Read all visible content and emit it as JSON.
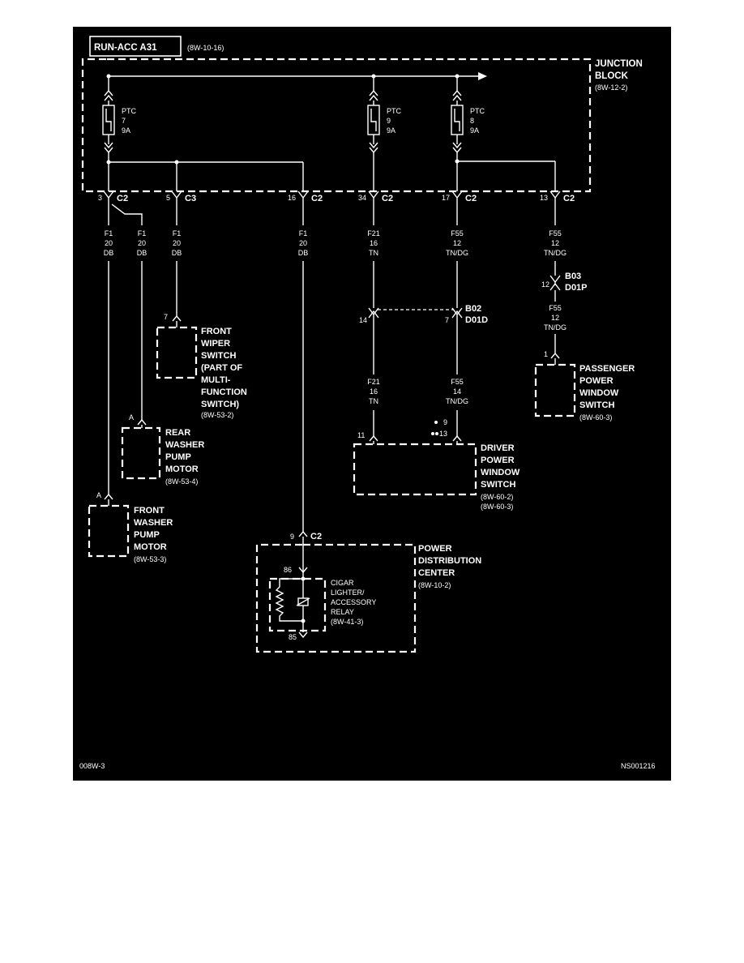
{
  "colors": {
    "background": "#000000",
    "ink": "#ffffff"
  },
  "header": {
    "title": "RUN-ACC A31",
    "ref": "(8W-10-16)"
  },
  "junction_block": {
    "line1": "JUNCTION",
    "line2": "BLOCK",
    "ref": "(8W-12-2)"
  },
  "ptc": [
    {
      "l1": "PTC",
      "l2": "7",
      "l3": "9A"
    },
    {
      "l1": "PTC",
      "l2": "9",
      "l3": "9A"
    },
    {
      "l1": "PTC",
      "l2": "8",
      "l3": "9A"
    }
  ],
  "connectors": [
    {
      "pin": "3",
      "conn": "C2"
    },
    {
      "pin": "5",
      "conn": "C3"
    },
    {
      "pin": "16",
      "conn": "C2"
    },
    {
      "pin": "34",
      "conn": "C2"
    },
    {
      "pin": "17",
      "conn": "C2"
    },
    {
      "pin": "13",
      "conn": "C2"
    }
  ],
  "wires": [
    {
      "code": "F1",
      "gauge": "20",
      "color": "DB"
    },
    {
      "code": "F1",
      "gauge": "20",
      "color": "DB"
    },
    {
      "code": "F1",
      "gauge": "20",
      "color": "DB"
    },
    {
      "code": "F1",
      "gauge": "20",
      "color": "DB"
    },
    {
      "code": "F21",
      "gauge": "16",
      "color": "TN"
    },
    {
      "code": "F55",
      "gauge": "12",
      "color": "TN/DG"
    },
    {
      "code": "F55",
      "gauge": "12",
      "color": "TN/DG"
    },
    {
      "code": "F21",
      "gauge": "16",
      "color": "TN"
    },
    {
      "code": "F55",
      "gauge": "14",
      "color": "TN/DG"
    },
    {
      "code": "F55",
      "gauge": "12",
      "color": "TN/DG"
    }
  ],
  "inline_b03": {
    "pin": "12",
    "name1": "B03",
    "name2": "D01P"
  },
  "inline_b02": {
    "pin_left": "14",
    "pin_right": "7",
    "name1": "B02",
    "name2": "D01D"
  },
  "front_wiper": {
    "pin": "7",
    "lines": [
      "FRONT",
      "WIPER",
      "SWITCH",
      "(PART OF",
      "MULTI-",
      "FUNCTION",
      "SWITCH)"
    ],
    "ref": "(8W-53-2)"
  },
  "rear_washer": {
    "pin": "A",
    "lines": [
      "REAR",
      "WASHER",
      "PUMP",
      "MOTOR"
    ],
    "ref": "(8W-53-4)"
  },
  "front_washer": {
    "pin": "A",
    "lines": [
      "FRONT",
      "WASHER",
      "PUMP",
      "MOTOR"
    ],
    "ref": "(8W-53-3)"
  },
  "passenger_switch": {
    "pin": "1",
    "lines": [
      "PASSENGER",
      "POWER",
      "WINDOW",
      "SWITCH"
    ],
    "ref": "(8W-60-3)"
  },
  "driver_switch": {
    "pin": "11",
    "note_a": "9",
    "note_b": "13",
    "lines": [
      "DRIVER",
      "POWER",
      "WINDOW",
      "SWITCH"
    ],
    "ref1": "(8W-60-2)",
    "ref2": "(8W-60-3)"
  },
  "pdc": {
    "pin": "9",
    "conn": "C2",
    "lines": [
      "POWER",
      "DISTRIBUTION",
      "CENTER"
    ],
    "ref": "(8W-10-2)"
  },
  "relay": {
    "pin_top": "86",
    "pin_bottom": "85",
    "lines": [
      "CIGAR",
      "LIGHTER/",
      "ACCESSORY",
      "RELAY"
    ],
    "ref": "(8W-41-3)"
  },
  "footer": {
    "left": "008W-3",
    "right": "NS001216"
  }
}
